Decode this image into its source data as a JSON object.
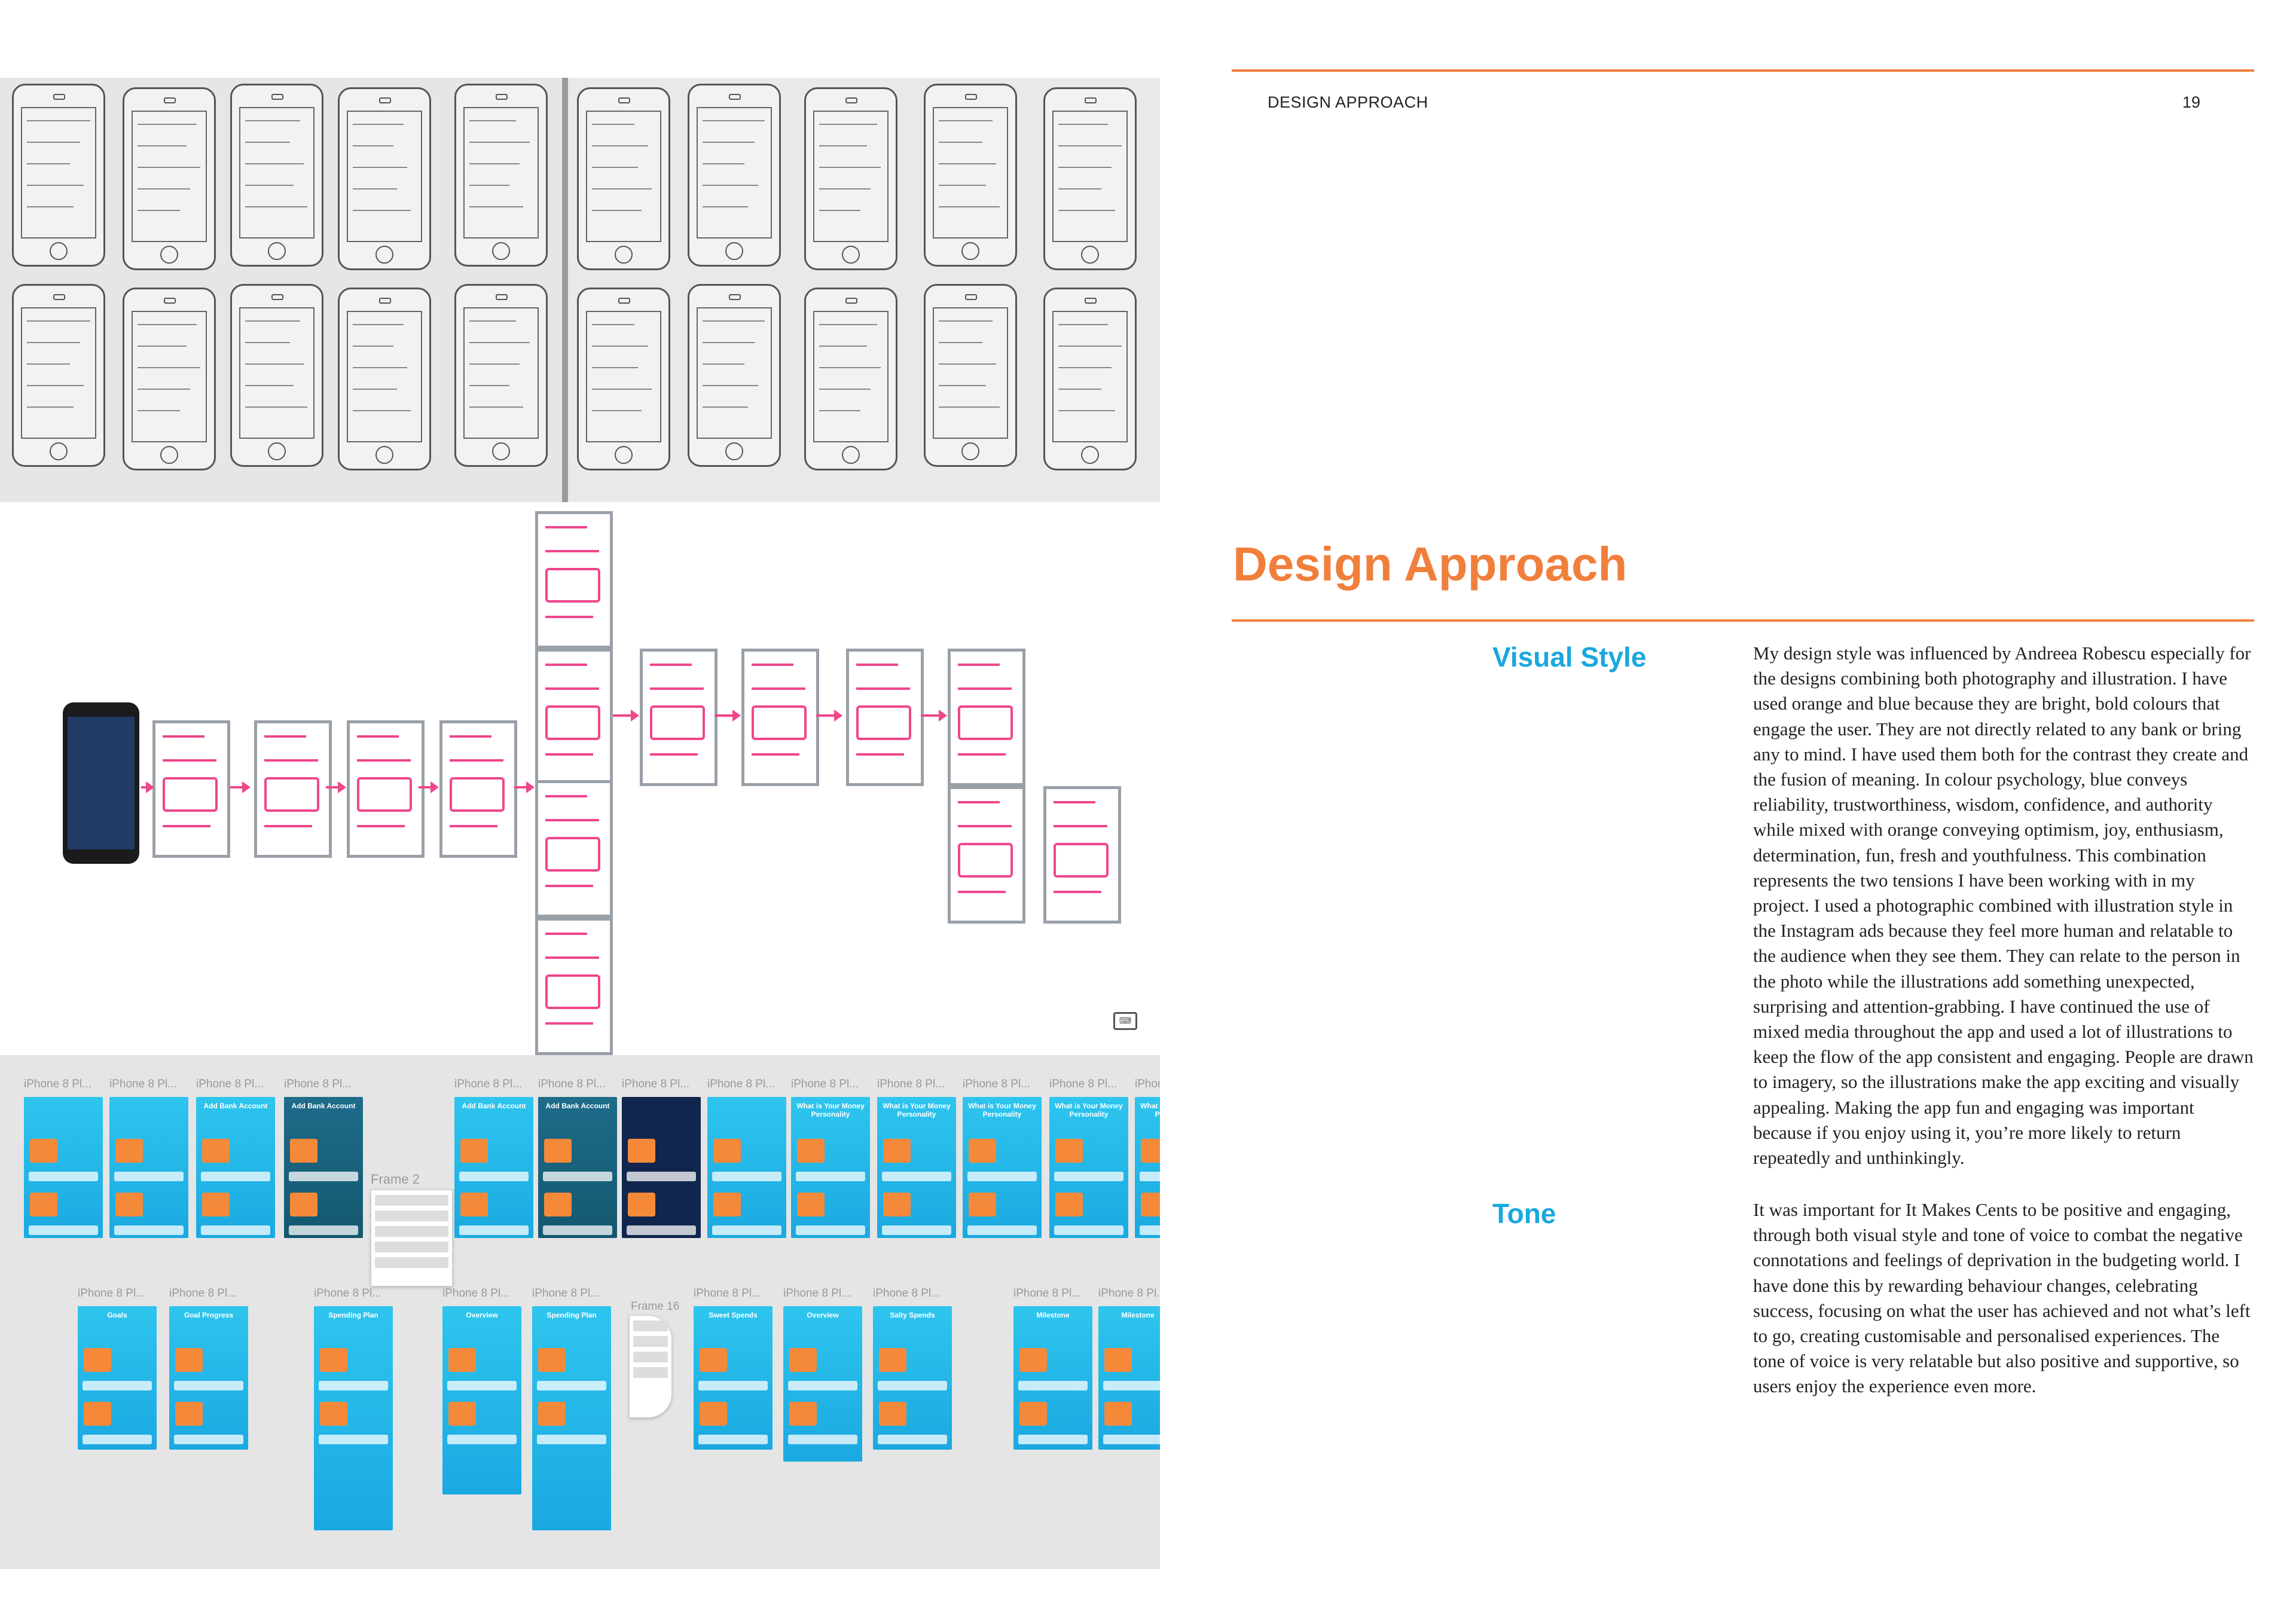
{
  "header": {
    "running_head": "DESIGN APPROACH",
    "page_number": "19"
  },
  "title": "Design Approach",
  "sections": [
    {
      "heading": "Visual Style",
      "body": "My design style was influenced by Andreea Robescu especially for the designs combining both photography and illustration. I have used orange and blue because they are bright, bold colours that engage the user. They are not directly related to any bank or bring any to mind. I have used them both for the contrast they create and the fusion of meaning. In colour psychology, blue conveys reliability, trustworthiness, wisdom, confidence, and authority while mixed with orange conveying optimism, joy, enthusiasm, determination, fun, fresh and youthfulness. This combination represents the two tensions I have been working with in my project. I used a photographic combined with illustration style in the Instagram ads because they feel more human and relatable to the audience when they see them. They can relate to the person in the photo while the illustrations add something unexpected, surprising and attention-grabbing. I have continued the use of mixed media throughout the app and used a lot of illustrations to keep the flow of the app consistent and engaging. People are drawn to imagery, so the illustrations make the app exciting and visually appealing. Making the app fun and engaging was important because if you enjoy using it, you’re more likely to return repeatedly and unthinkingly."
    },
    {
      "heading": "Tone",
      "body": "It was important for It Makes Cents to be positive and engaging, through both visual style and tone of voice to combat the negative connotations and feelings of deprivation in the budgeting world. I have done this by rewarding behaviour changes, celebrating success, focusing on what the user has achieved and not what’s left to go, creating customisable and personalised experiences. The tone of voice is very relatable but also positive and supportive, so users enjoy the experience even more."
    }
  ],
  "frames": {
    "row1": [
      {
        "label": "iPhone 8 Pl...",
        "title": ""
      },
      {
        "label": "iPhone 8 Pl...",
        "title": ""
      },
      {
        "label": "iPhone 8 Pl...",
        "title": "Add Bank Account"
      },
      {
        "label": "iPhone 8 Pl...",
        "title": "Add Bank Account"
      },
      {
        "label": "iPhone 8 Pl...",
        "title": "Add Bank Account"
      },
      {
        "label": "iPhone 8 Pl...",
        "title": "Add Bank Account"
      },
      {
        "label": "iPhone 8 Pl...",
        "title": ""
      },
      {
        "label": "iPhone 8 Pl...",
        "title": ""
      },
      {
        "label": "iPhone 8 Pl...",
        "title": "What is Your Money Personality"
      },
      {
        "label": "iPhone 8 Pl...",
        "title": "What is Your Money Personality"
      },
      {
        "label": "iPhone 8 Pl...",
        "title": "What is Your Money Personality"
      },
      {
        "label": "iPhone 8 Pl...",
        "title": "What is Your Money Personality"
      },
      {
        "label": "iPhone 8 Pl...",
        "title": "What is Your Money Personality"
      },
      {
        "label": "iPho",
        "title": ""
      }
    ],
    "frame2_label": "Frame 2",
    "row2": [
      {
        "label": "iPhone 8 Pl...",
        "title": "Goals"
      },
      {
        "label": "iPhone 8 Pl...",
        "title": "Goal Progress"
      },
      {
        "label": "iPhone 8 Pl...",
        "title": "Spending Plan"
      },
      {
        "label": "iPhone 8 Pl...",
        "title": "Overview"
      },
      {
        "label": "iPhone 8 Pl...",
        "title": "Spending Plan"
      },
      {
        "label": "iPhone 8 Pl...",
        "title": "Sweet Spends"
      },
      {
        "label": "iPhone 8 Pl...",
        "title": "Overview"
      },
      {
        "label": "iPhone 8 Pl...",
        "title": "Salty Spends"
      },
      {
        "label": "iPhone 8 Pl...",
        "title": "Milestone"
      },
      {
        "label": "iPhone 8 Pl...",
        "title": "Milestone"
      }
    ],
    "frame16_label": "Frame 16"
  },
  "colors": {
    "accent_orange": "#f07f3c",
    "accent_blue": "#1aa7df",
    "flow_pink": "#f0468c"
  }
}
